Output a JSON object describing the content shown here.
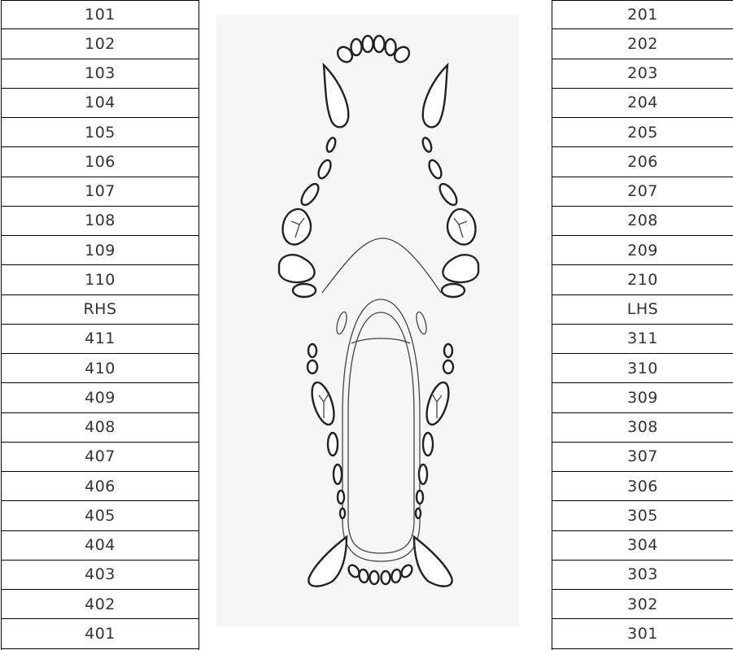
{
  "left_column": [
    "101",
    "102",
    "103",
    "104",
    "105",
    "106",
    "107",
    "108",
    "109",
    "110",
    "RHS",
    "411",
    "410",
    "409",
    "408",
    "407",
    "406",
    "405",
    "404",
    "403",
    "402",
    "401"
  ],
  "right_column": [
    "201",
    "202",
    "203",
    "204",
    "205",
    "206",
    "207",
    "208",
    "209",
    "210",
    "LHS",
    "311",
    "310",
    "309",
    "308",
    "307",
    "306",
    "305",
    "304",
    "303",
    "302",
    "301"
  ]
}
